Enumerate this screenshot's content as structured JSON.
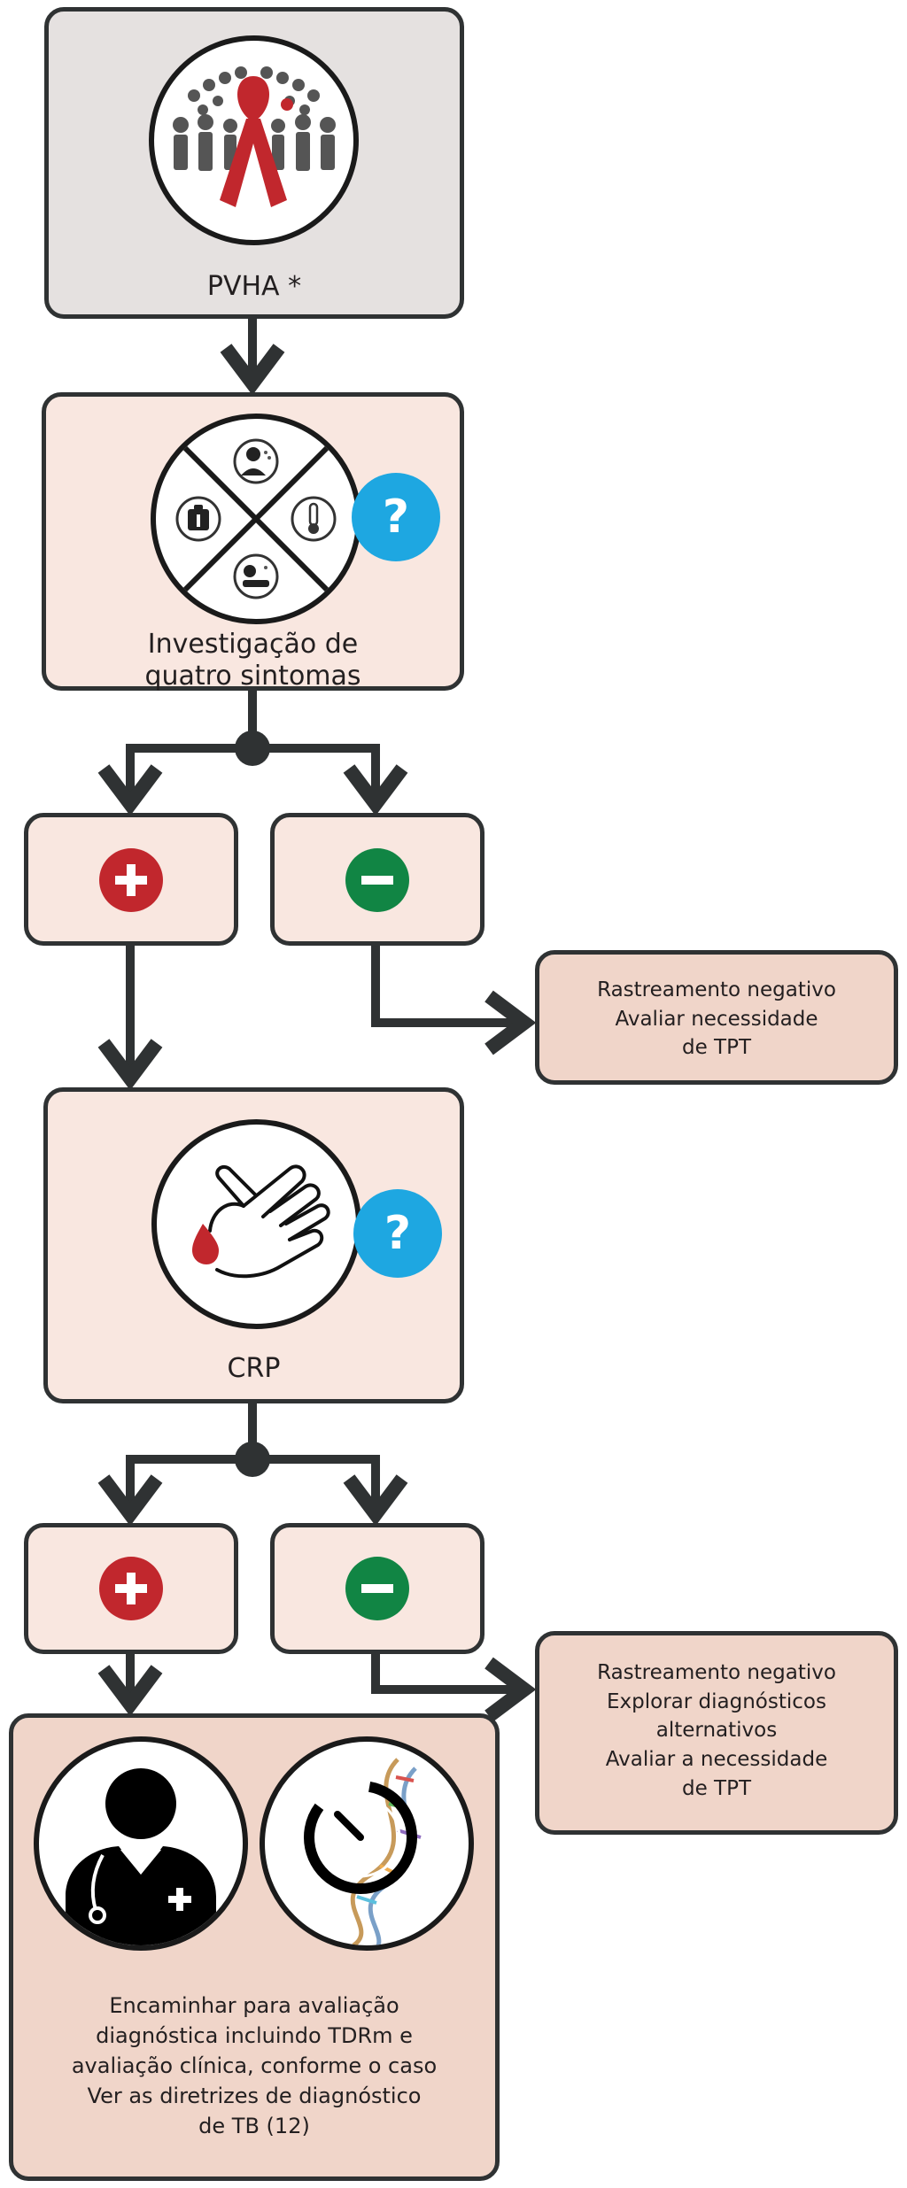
{
  "colors": {
    "stroke": "#2f3233",
    "gray_box": "#e5e1e0",
    "light_box": "#f9e7e0",
    "mid_box": "#f0d5c9",
    "positive": "#c1272d",
    "negative": "#118544",
    "question": "#1ea7e1"
  },
  "nodes": {
    "pvha": {
      "label": "PVHA *",
      "icon": "people-ribbon-icon"
    },
    "symptoms": {
      "lines": [
        "Investigação de",
        "quatro sintomas"
      ],
      "icons": [
        "cough-icon",
        "fever-thermometer-icon",
        "night-sweat-icon",
        "weight-loss-icon"
      ],
      "help": "?"
    },
    "branch1": {
      "positive": "+",
      "negative": "−"
    },
    "negative_result_1": {
      "lines": [
        "Rastreamento negativo",
        "Avaliar necessidade",
        "de TPT"
      ]
    },
    "crp": {
      "label": "CRP",
      "icon": "finger-prick-blood-icon",
      "help": "?"
    },
    "branch2": {
      "positive": "+",
      "negative": "−"
    },
    "negative_result_2": {
      "lines": [
        "Rastreamento negativo",
        "Explorar diagnósticos",
        "alternativos",
        "Avaliar a necessidade",
        "de TPT"
      ]
    },
    "referral": {
      "icons": [
        "doctor-icon",
        "dna-test-icon"
      ],
      "lines": [
        "Encaminhar para avaliação",
        "diagnóstica incluindo TDRm e",
        "avaliação clínica, conforme o caso",
        "Ver as diretrizes de diagnóstico",
        "de TB (12)"
      ]
    }
  }
}
